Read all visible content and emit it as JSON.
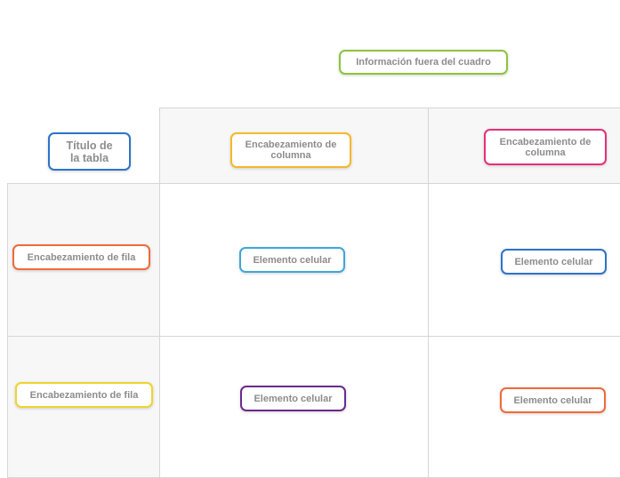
{
  "outside_info": {
    "label": "Información fuera del cuadro",
    "color": "#8cc43f"
  },
  "table_title": {
    "label": "Título de\nla tabla",
    "color": "#2d74c9"
  },
  "column_headers": [
    {
      "label": "Encabezamiento de\ncolumna",
      "color": "#f5b72b"
    },
    {
      "label": "Encabezamiento de\ncolumna",
      "color": "#e6307a"
    }
  ],
  "row_headers": [
    {
      "label": "Encabezamiento de fila",
      "color": "#f06a3a"
    },
    {
      "label": "Encabezamiento de fila",
      "color": "#ecd52e"
    }
  ],
  "cells": [
    {
      "label": "Elemento celular",
      "color": "#3fa6dc"
    },
    {
      "label": "Elemento celular",
      "color": "#2d74c9"
    },
    {
      "label": "Elemento celular",
      "color": "#6a2a8e"
    },
    {
      "label": "Elemento celular",
      "color": "#f06a3a"
    }
  ]
}
